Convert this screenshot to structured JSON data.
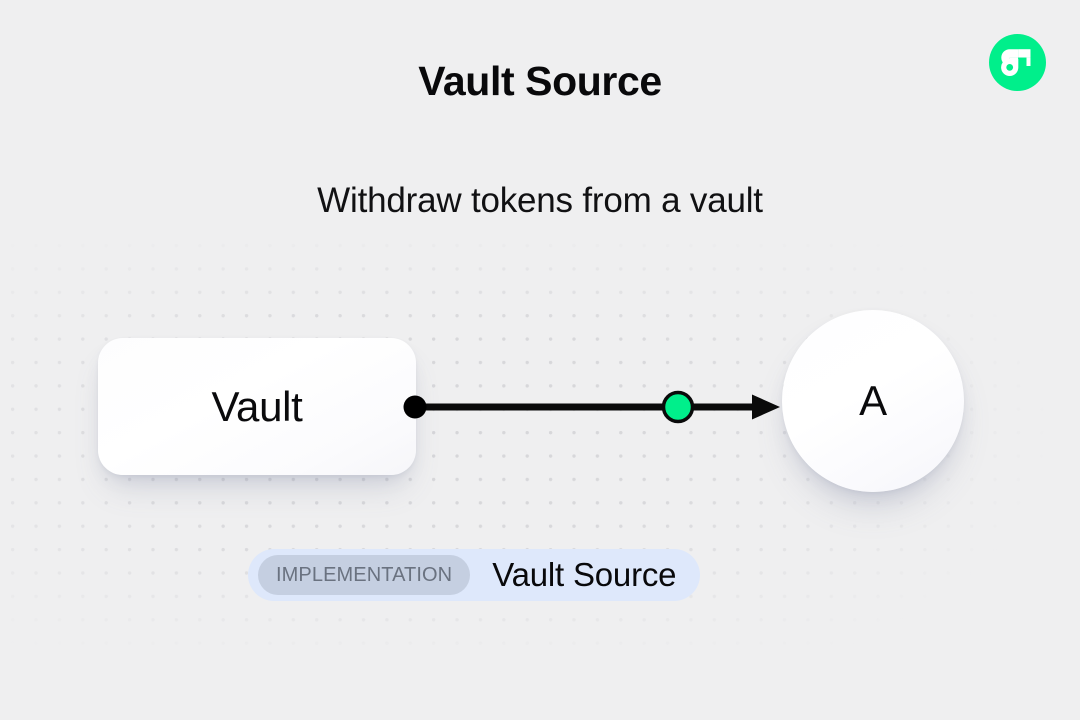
{
  "header": {
    "title": "Vault Source",
    "subtitle": "Withdraw tokens from a vault",
    "logo_icon": "flow-logo-icon",
    "logo_color": "#00EF8B"
  },
  "diagram": {
    "background": "#efeff0",
    "dot_color": "#d6d6d9",
    "nodes": [
      {
        "id": "vault",
        "label": "Vault",
        "shape": "rounded-rect"
      },
      {
        "id": "a",
        "label": "A",
        "shape": "circle"
      }
    ],
    "edge": {
      "source_handle_color": "#000000",
      "marker_color": "#00EF8B",
      "line_color": "#0a0a0a",
      "arrow_direction": "right"
    }
  },
  "badge": {
    "tag": "IMPLEMENTATION",
    "name": "Vault Source",
    "tag_bg": "#C5CFE1",
    "tag_color": "#6A7280",
    "badge_bg": "#DEE8FB"
  }
}
